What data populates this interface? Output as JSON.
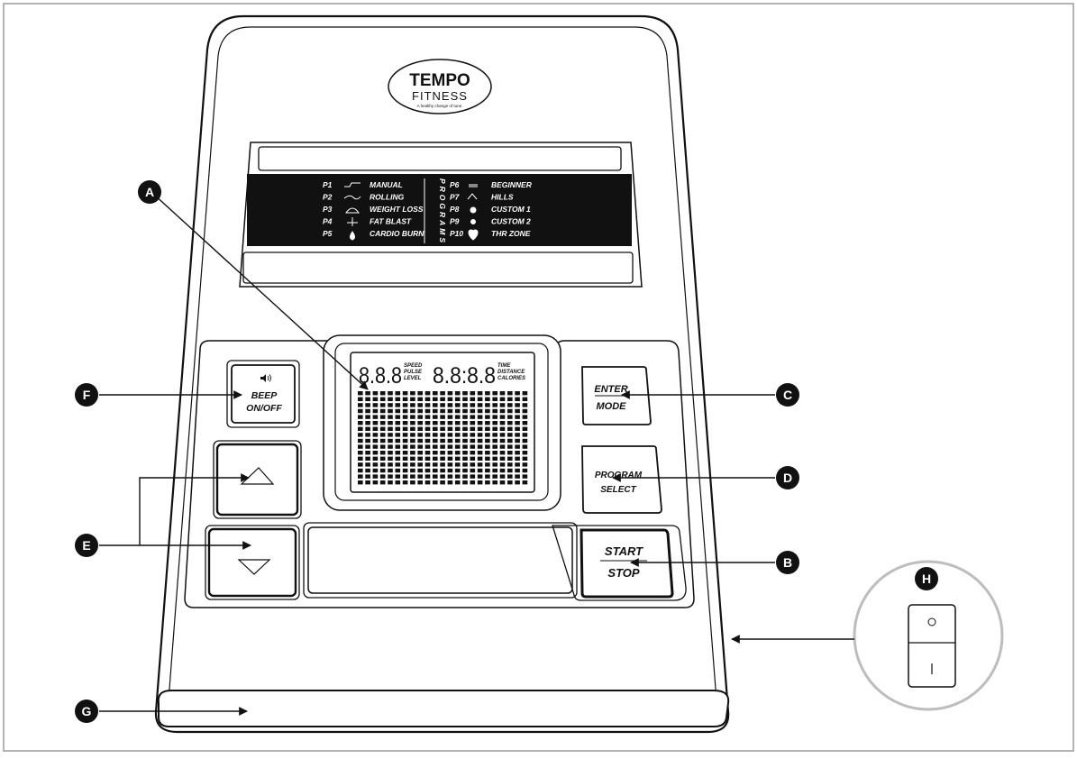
{
  "brand": {
    "name_top": "TEMPO",
    "name_bottom": "FITNESS",
    "tagline": "A healthy change of tune."
  },
  "programs": {
    "vertical_label": "PROGRAMS",
    "left": [
      {
        "code": "P1",
        "name": "MANUAL"
      },
      {
        "code": "P2",
        "name": "ROLLING"
      },
      {
        "code": "P3",
        "name": "WEIGHT LOSS"
      },
      {
        "code": "P4",
        "name": "FAT BLAST"
      },
      {
        "code": "P5",
        "name": "CARDIO BURN"
      }
    ],
    "right": [
      {
        "code": "P6",
        "name": "BEGINNER"
      },
      {
        "code": "P7",
        "name": "HILLS"
      },
      {
        "code": "P8",
        "name": "CUSTOM 1"
      },
      {
        "code": "P9",
        "name": "CUSTOM 2"
      },
      {
        "code": "P10",
        "name": "THR ZONE"
      }
    ]
  },
  "lcd": {
    "digits_left": "8.8.8",
    "digits_right": "8.8:8.8",
    "labels_left": [
      "SPEED",
      "PULSE",
      "LEVEL"
    ],
    "labels_right": [
      "TIME",
      "DISTANCE",
      "CALORIES"
    ]
  },
  "buttons": {
    "beep_line1": "BEEP",
    "beep_line2": "ON/OFF",
    "enter_line1": "ENTER",
    "enter_line2": "MODE",
    "program_line1": "PROGRAM",
    "program_line2": "SELECT",
    "start_line1": "START",
    "start_line2": "STOP"
  },
  "callouts": {
    "a": "A",
    "b": "B",
    "c": "C",
    "d": "D",
    "e": "E",
    "f": "F",
    "g": "G",
    "h": "H"
  },
  "power_switch": {
    "off_symbol": "O",
    "on_symbol": "I"
  },
  "colors": {
    "line": "#111111",
    "panel_dark": "#111111",
    "frame": "#999999"
  }
}
